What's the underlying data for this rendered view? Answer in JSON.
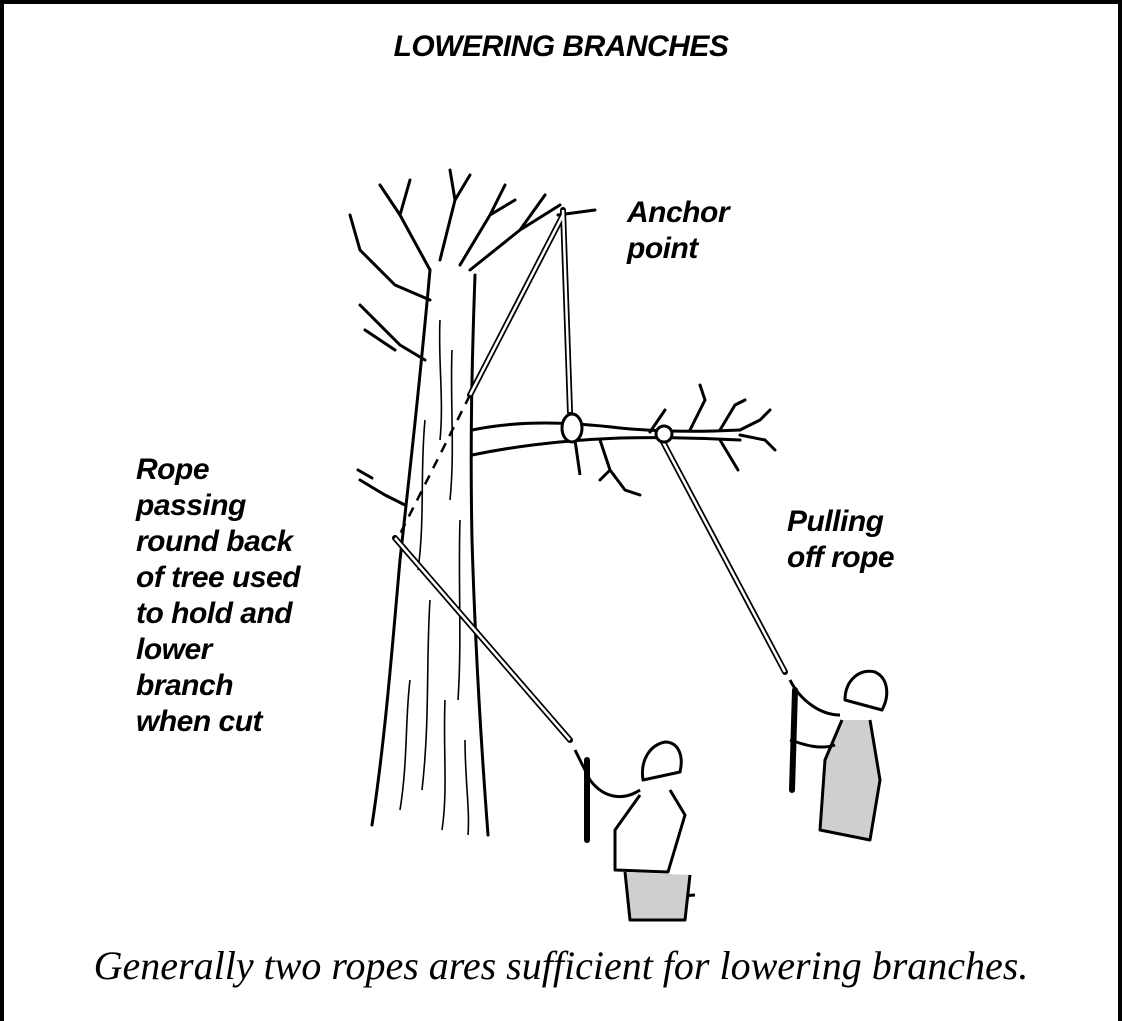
{
  "title": "LOWERING BRANCHES",
  "labels": {
    "anchor_point": "Anchor\npoint",
    "pulling_off_rope": "Pulling\noff rope",
    "rope_passing": "Rope\npassing\nround back\nof tree used\nto hold and\nlower\nbranch\nwhen cut"
  },
  "caption": "Generally two ropes ares sufficient for lowering branches."
}
